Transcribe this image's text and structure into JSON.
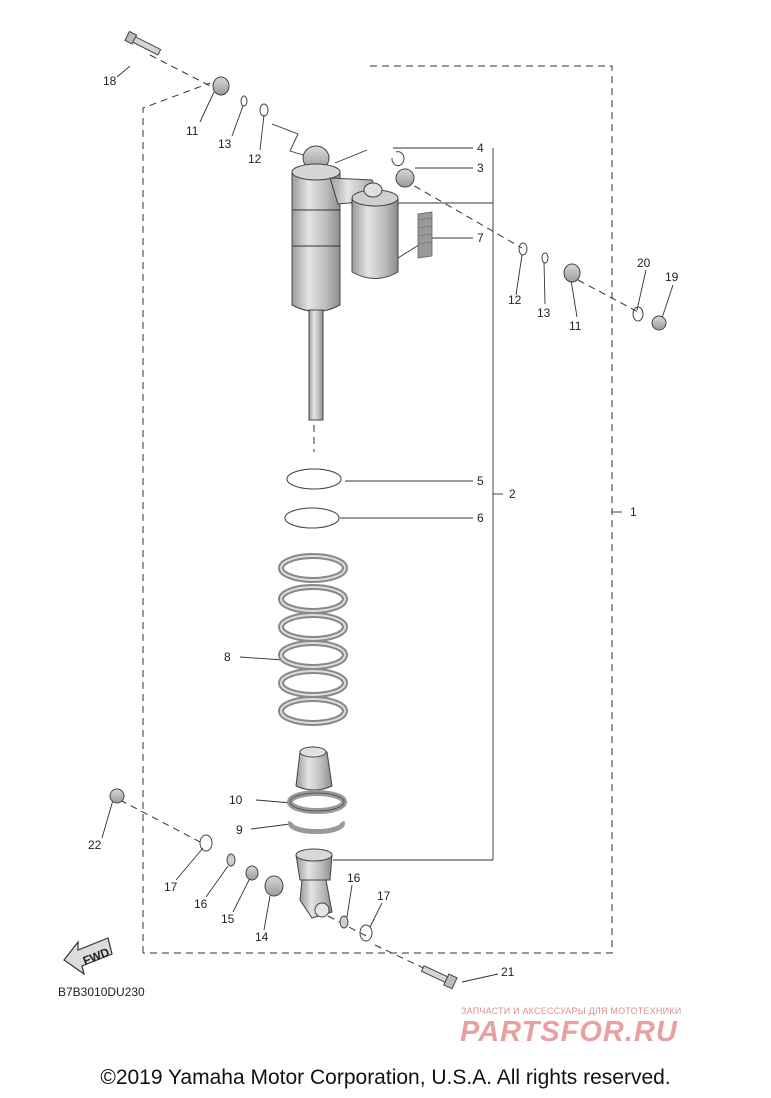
{
  "callouts": {
    "c1": "1",
    "c2": "2",
    "c3": "3",
    "c4": "4",
    "c5": "5",
    "c6": "6",
    "c7": "7",
    "c8": "8",
    "c9": "9",
    "c10": "10",
    "c11a": "11",
    "c11b": "11",
    "c12a": "12",
    "c12b": "12",
    "c13a": "13",
    "c13b": "13",
    "c14": "14",
    "c15": "15",
    "c16a": "16",
    "c16b": "16",
    "c17a": "17",
    "c17b": "17",
    "c18": "18",
    "c19": "19",
    "c20": "20",
    "c21": "21",
    "c22": "22"
  },
  "fwd_label": "FWD",
  "diagram_code": "B7B3010DU230",
  "watermark_text": "ЗАПЧАСТИ И АКСЕССУАРЫ ДЛЯ МОТОТЕХНИКИ",
  "watermark_logo": "PARTSFOR.RU",
  "copyright": "©2019 Yamaha Motor Corporation, U.S.A. All rights reserved."
}
